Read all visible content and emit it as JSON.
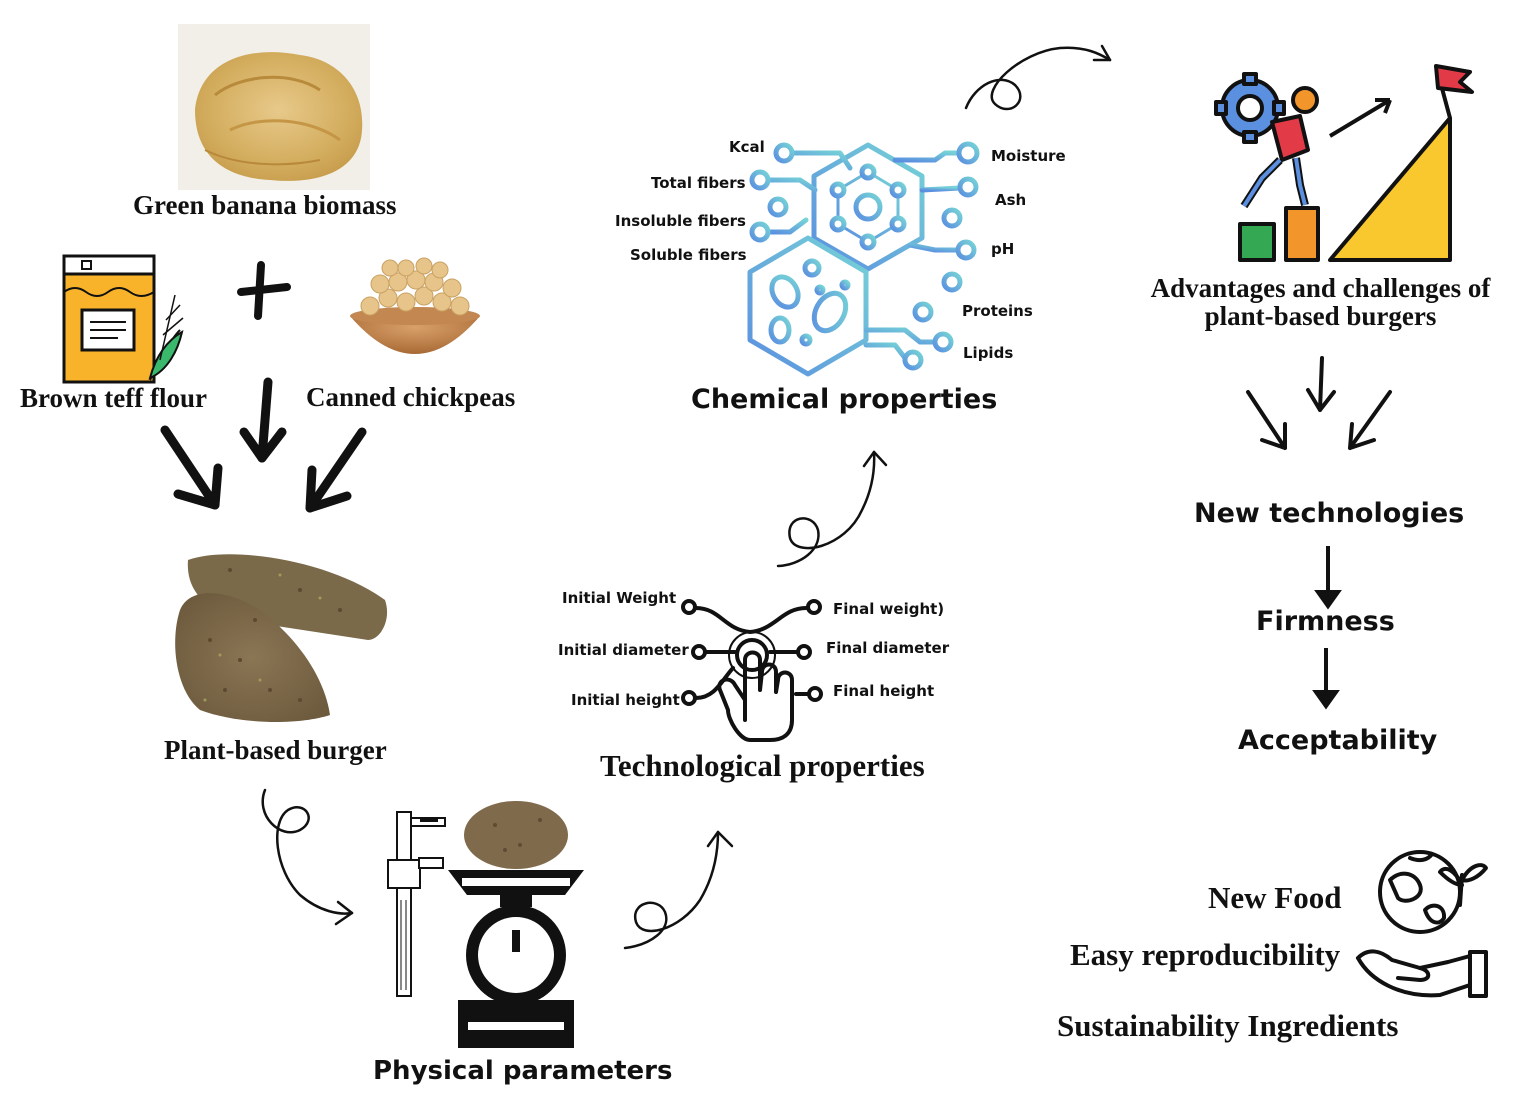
{
  "ingredients": {
    "banana": "Green banana biomass",
    "teff": "Brown teff flour",
    "chickpeas": "Canned chickpeas",
    "plus": "+"
  },
  "product": "Plant-based burger",
  "physical": {
    "title": "Physical parameters"
  },
  "technological": {
    "title": "Technological properties",
    "left": [
      "Initial Weight",
      "Initial diameter",
      "Initial height"
    ],
    "right": [
      "Final weight)",
      "Final diameter",
      "Final height"
    ]
  },
  "chemical": {
    "title": "Chemical properties",
    "left": [
      "Kcal",
      "Total fibers",
      "Insoluble fibers",
      "Soluble fibers"
    ],
    "right": [
      "Moisture",
      "Ash",
      "pH",
      "Proteins",
      "Lipids"
    ]
  },
  "advantages": {
    "title_line1": "Advantages and challenges of",
    "title_line2": "plant-based burgers"
  },
  "flow": [
    "New technologies",
    "Firmness",
    "Acceptability"
  ],
  "benefits": [
    "New Food",
    "Easy reproducibility",
    "Sustainability Ingredients"
  ],
  "colors": {
    "chem_blue": "#5b8fe0",
    "chem_teal": "#76d3d6",
    "teff_yellow": "#f9b32b",
    "ramp_yellow": "#f9c82e",
    "flag_red": "#e23b47",
    "bar_green": "#35a853",
    "bar_orange": "#f2962c"
  }
}
